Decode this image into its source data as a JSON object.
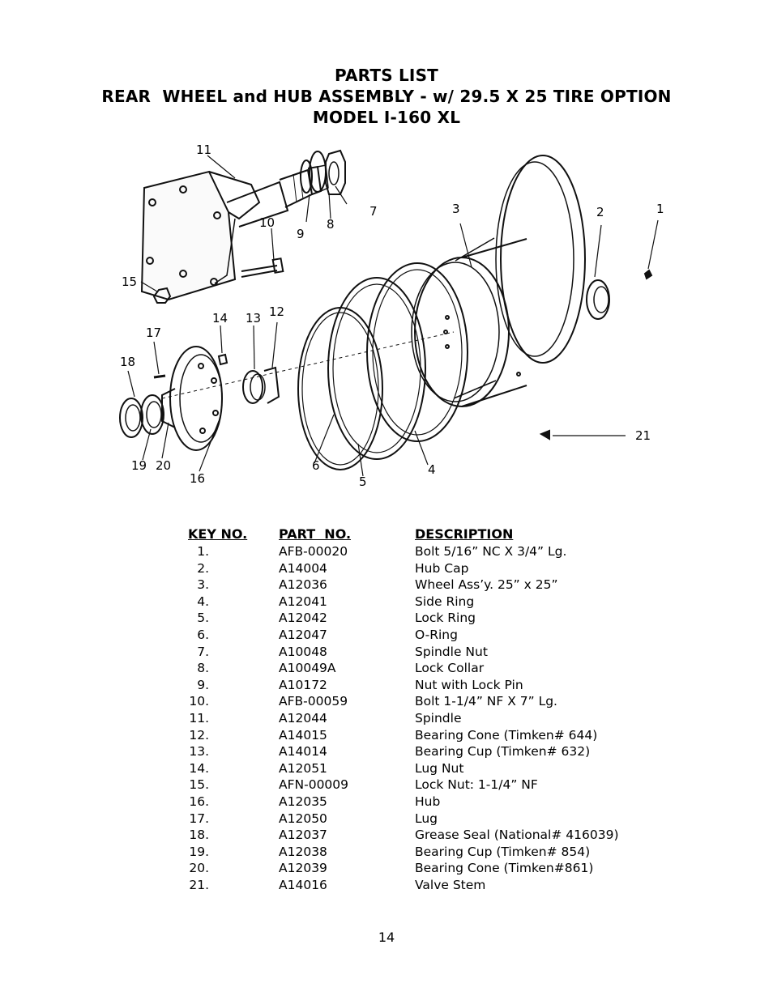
{
  "header": {
    "title": "PARTS LIST",
    "subtitle": "REAR  WHEEL and HUB ASSEMBLY - w/ 29.5 X 25 TIRE OPTION",
    "model": "MODEL I-160 XL"
  },
  "diagram": {
    "callouts": [
      "1",
      "2",
      "3",
      "4",
      "5",
      "6",
      "7",
      "8",
      "9",
      "10",
      "11",
      "12",
      "13",
      "14",
      "15",
      "16",
      "17",
      "18",
      "19",
      "20",
      "21"
    ]
  },
  "table": {
    "headers": {
      "key": "KEY NO.",
      "part": "PART  NO.",
      "desc": "DESCRIPTION"
    },
    "rows": [
      {
        "key": "1.",
        "part": "AFB-00020",
        "desc": "Bolt 5/16” NC X 3/4” Lg."
      },
      {
        "key": "2.",
        "part": "A14004",
        "desc": "Hub Cap"
      },
      {
        "key": "3.",
        "part": "A12036",
        "desc": "Wheel Ass’y. 25” x 25”"
      },
      {
        "key": "4.",
        "part": "A12041",
        "desc": "Side Ring"
      },
      {
        "key": "5.",
        "part": "A12042",
        "desc": "Lock Ring"
      },
      {
        "key": "6.",
        "part": "A12047",
        "desc": "O-Ring"
      },
      {
        "key": "7.",
        "part": "A10048",
        "desc": "Spindle Nut"
      },
      {
        "key": "8.",
        "part": "A10049A",
        "desc": "Lock Collar"
      },
      {
        "key": "9.",
        "part": "A10172",
        "desc": "Nut with Lock Pin"
      },
      {
        "key": "10.",
        "part": "AFB-00059",
        "desc": "Bolt 1-1/4” NF X 7” Lg."
      },
      {
        "key": "11.",
        "part": "A12044",
        "desc": "Spindle"
      },
      {
        "key": "12.",
        "part": "A14015",
        "desc": "Bearing Cone (Timken# 644)"
      },
      {
        "key": "13.",
        "part": "A14014",
        "desc": "Bearing Cup (Timken# 632)"
      },
      {
        "key": "14.",
        "part": "A12051",
        "desc": "Lug Nut"
      },
      {
        "key": "15.",
        "part": "AFN-00009",
        "desc": "Lock Nut: 1-1/4” NF"
      },
      {
        "key": "16.",
        "part": "A12035",
        "desc": "Hub"
      },
      {
        "key": "17.",
        "part": "A12050",
        "desc": "Lug"
      },
      {
        "key": "18.",
        "part": "A12037",
        "desc": "Grease Seal (National# 416039)"
      },
      {
        "key": "19.",
        "part": "A12038",
        "desc": "Bearing Cup (Timken# 854)"
      },
      {
        "key": "20.",
        "part": "A12039",
        "desc": "Bearing Cone (Timken#861)"
      },
      {
        "key": "21.",
        "part": "A14016",
        "desc": "Valve Stem"
      }
    ]
  },
  "footer": {
    "page_number": "14"
  }
}
